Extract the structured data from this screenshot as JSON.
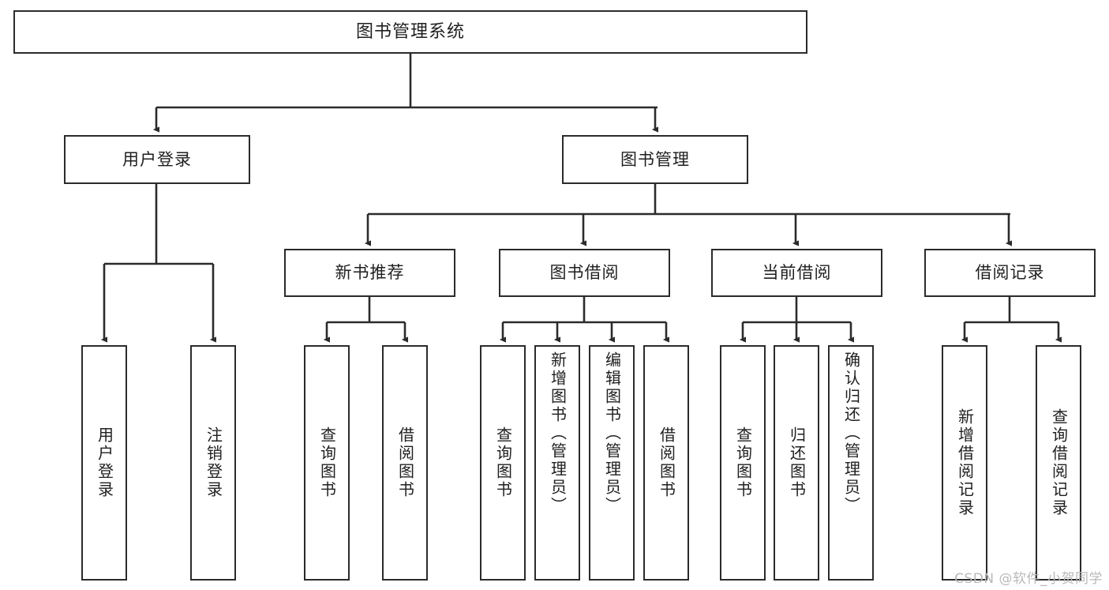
{
  "diagram": {
    "title": "图书管理系统",
    "type": "tree-hierarchy",
    "stroke_color": "#2b2b2b",
    "fill_color": "#ffffff",
    "text_color": "#1f1f1f"
  },
  "root": {
    "label": "图书管理系统"
  },
  "level2": [
    {
      "label": "用户登录"
    },
    {
      "label": "图书管理"
    }
  ],
  "level3": [
    {
      "label": "新书推荐"
    },
    {
      "label": "图书借阅"
    },
    {
      "label": "当前借阅"
    },
    {
      "label": "借阅记录"
    }
  ],
  "leaves": {
    "user_login": [
      {
        "label": "用户登录"
      },
      {
        "label": "注销登录"
      }
    ],
    "new_book_recommend": [
      {
        "label": "查询图书"
      },
      {
        "label": "借阅图书"
      }
    ],
    "book_borrow": [
      {
        "label": "查询图书"
      },
      {
        "label": "新增图书（管理员）"
      },
      {
        "label": "编辑图书（管理员）"
      },
      {
        "label": "借阅图书"
      }
    ],
    "current_borrow": [
      {
        "label": "查询图书"
      },
      {
        "label": "归还图书"
      },
      {
        "label": "确认归还（管理员）"
      }
    ],
    "borrow_record": [
      {
        "label": "新增借阅记录"
      },
      {
        "label": "查询借阅记录"
      }
    ]
  },
  "watermark": {
    "text": "CSDN @软件_小贺同学",
    "color": "#b9b9b9"
  }
}
